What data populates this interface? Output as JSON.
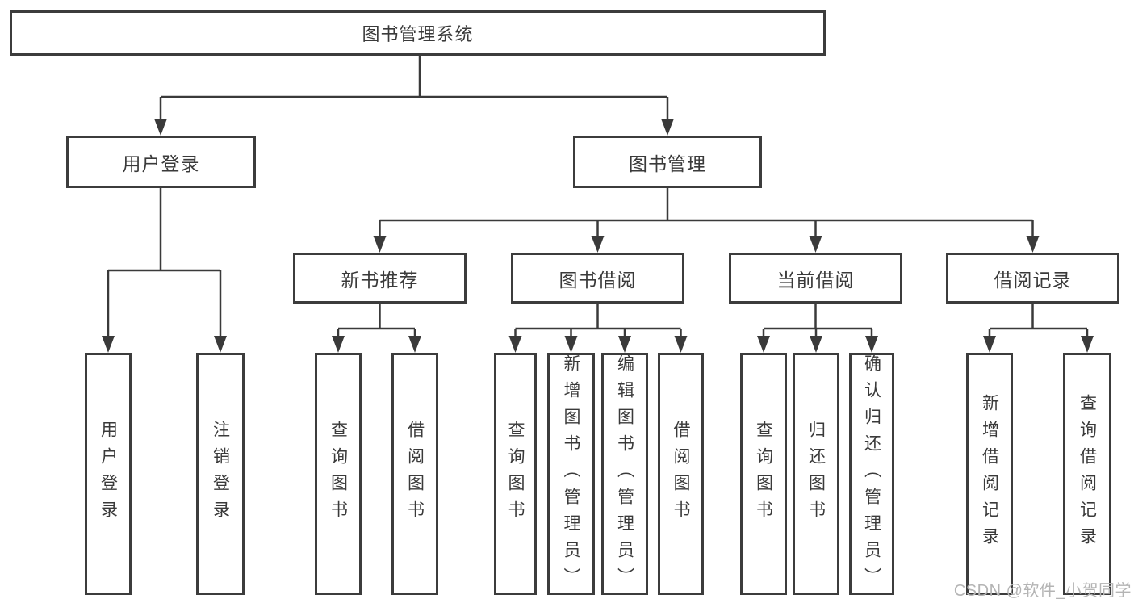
{
  "tree": {
    "root": {
      "label": "图书管理系统"
    },
    "children": [
      {
        "label": "用户登录",
        "children": [
          {
            "label": "用户登录"
          },
          {
            "label": "注销登录"
          }
        ]
      },
      {
        "label": "图书管理",
        "children": [
          {
            "label": "新书推荐",
            "children": [
              {
                "label": "查询图书"
              },
              {
                "label": "借阅图书"
              }
            ]
          },
          {
            "label": "图书借阅",
            "children": [
              {
                "label": "查询图书"
              },
              {
                "label": "新增图书（管理员）"
              },
              {
                "label": "编辑图书（管理员）"
              },
              {
                "label": "借阅图书"
              }
            ]
          },
          {
            "label": "当前借阅",
            "children": [
              {
                "label": "查询图书"
              },
              {
                "label": "归还图书"
              },
              {
                "label": "确认归还（管理员）"
              }
            ]
          },
          {
            "label": "借阅记录",
            "children": [
              {
                "label": "新增借阅记录"
              },
              {
                "label": "查询借阅记录"
              }
            ]
          }
        ]
      }
    ]
  },
  "watermark": {
    "text": "CSDN @软件_小贺同学"
  },
  "colors": {
    "line": "#3a3a3a",
    "text": "#3a3a3a",
    "border": "#3c3c3c",
    "watermark": "#b4b4b4",
    "bg": "#ffffff"
  }
}
